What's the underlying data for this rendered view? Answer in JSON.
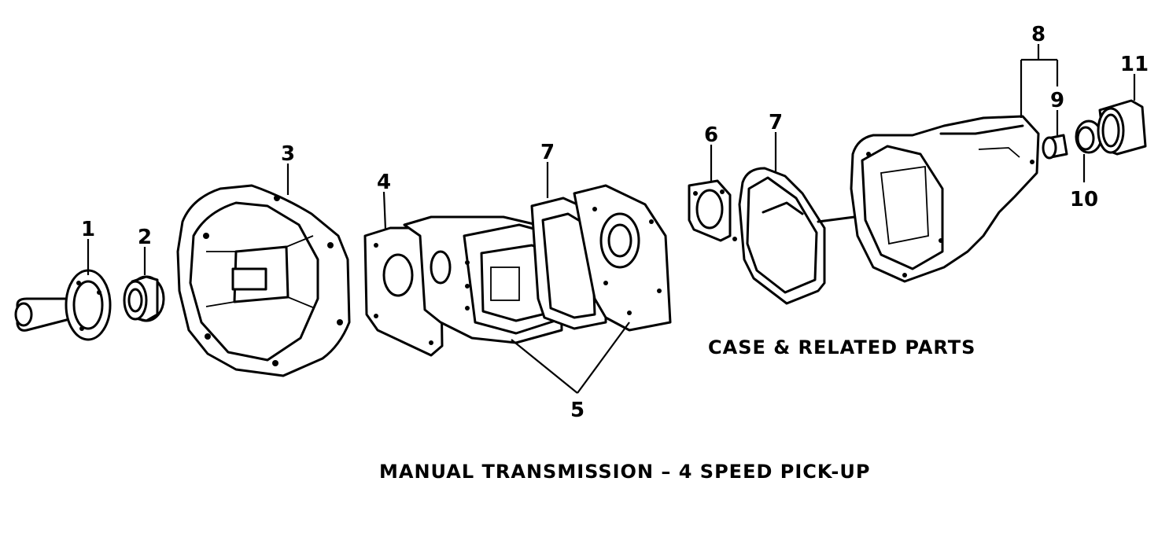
{
  "section_caption": "CASE & RELATED PARTS",
  "main_caption": "MANUAL TRANSMISSION – 4 SPEED PICK-UP",
  "callouts": {
    "c1": "1",
    "c2": "2",
    "c3": "3",
    "c4": "4",
    "c5": "5",
    "c6": "6",
    "c7a": "7",
    "c7b": "7",
    "c8": "8",
    "c9": "9",
    "c10": "10",
    "c11": "11"
  }
}
